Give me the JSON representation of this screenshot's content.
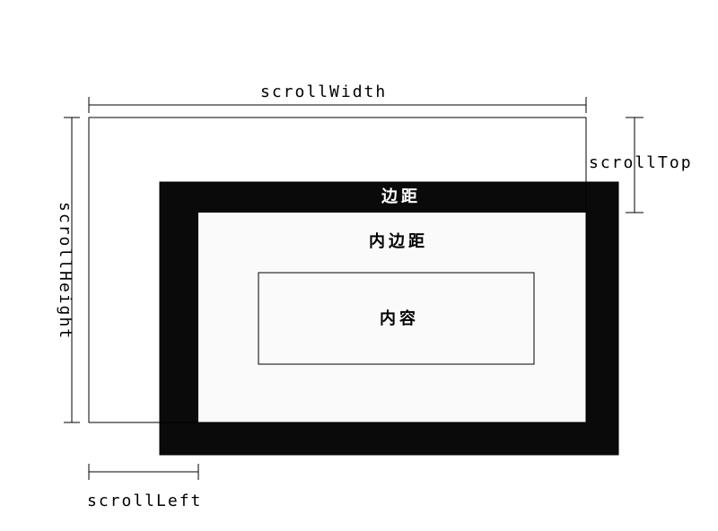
{
  "labels": {
    "scroll_width": "scrollWidth",
    "scroll_height": "scrollHeight",
    "scroll_top": "scrollTop",
    "scroll_left": "scrollLeft",
    "margin": "边距",
    "padding": "内边距",
    "content": "内容"
  },
  "colors": {
    "margin_fill": "#0a0a0a",
    "padding_fill": "#fafafa",
    "line": "#000000",
    "margin_text": "#ffffff",
    "text": "#000000"
  }
}
